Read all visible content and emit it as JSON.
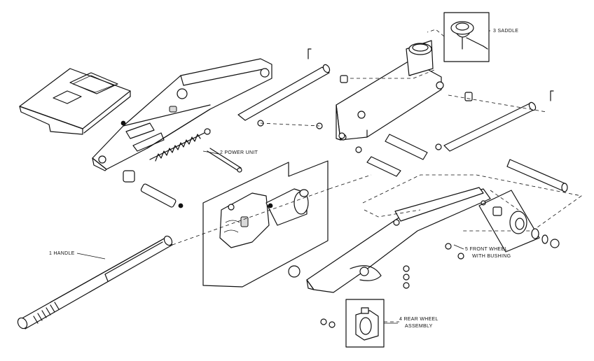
{
  "labels": {
    "handle": "1 HANDLE",
    "power_unit": "2 POWER UNIT",
    "saddle": "3 SADDLE",
    "rear_wheel_line1": "4 REAR WHEEL",
    "rear_wheel_line2": "ASSEMBLY",
    "front_wheel_line1": "5 FRONT WHEEL",
    "front_wheel_line2": "WITH BUSHING"
  }
}
